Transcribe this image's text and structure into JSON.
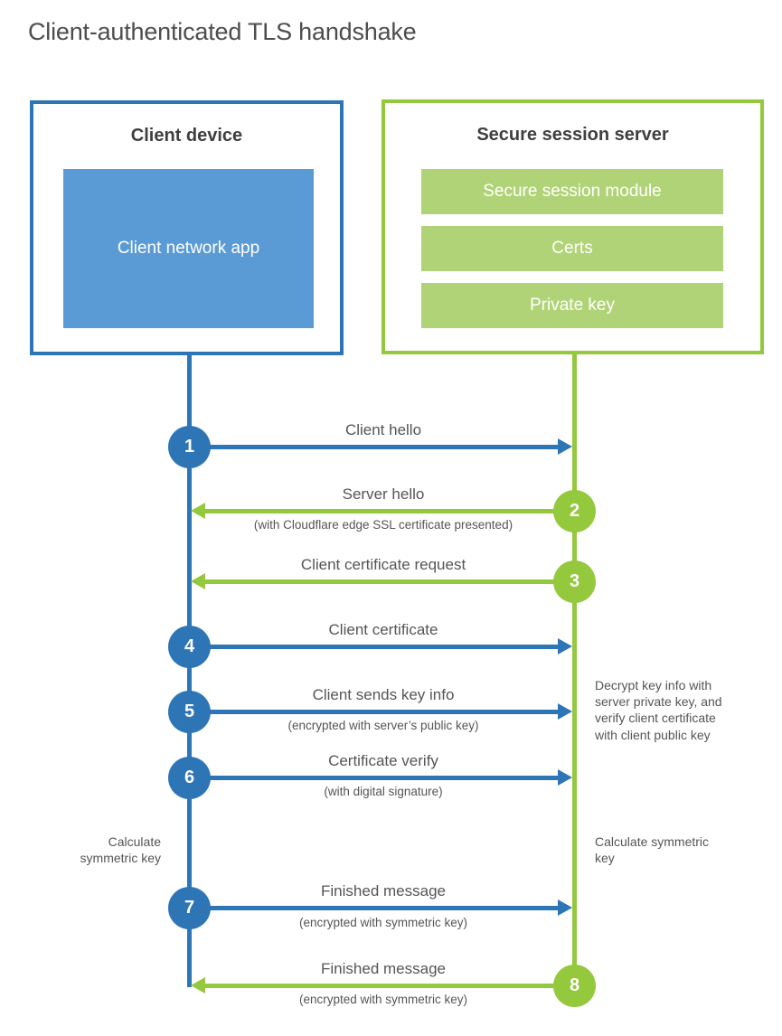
{
  "title": "Client-authenticated TLS handshake",
  "colors": {
    "blue": "#2e75b6",
    "blue_light": "#5b9bd5",
    "green": "#94c83d",
    "green_light": "#b1d377"
  },
  "client_box": {
    "title": "Client device",
    "app_label": "Client network app"
  },
  "server_box": {
    "title": "Secure session server",
    "modules": [
      "Secure session module",
      "Certs",
      "Private key"
    ]
  },
  "steps": [
    {
      "number": "1",
      "actor": "client",
      "direction": "right",
      "label": "Client hello",
      "sublabel": ""
    },
    {
      "number": "2",
      "actor": "server",
      "direction": "left",
      "label": "Server hello",
      "sublabel": "(with Cloudflare edge SSL certificate presented)"
    },
    {
      "number": "3",
      "actor": "server",
      "direction": "left",
      "label": "Client certificate request",
      "sublabel": ""
    },
    {
      "number": "4",
      "actor": "client",
      "direction": "right",
      "label": "Client certificate",
      "sublabel": ""
    },
    {
      "number": "5",
      "actor": "client",
      "direction": "right",
      "label": "Client sends key info",
      "sublabel": "(encrypted with server’s public key)"
    },
    {
      "number": "6",
      "actor": "client",
      "direction": "right",
      "label": "Certificate verify",
      "sublabel": "(with digital signature)"
    },
    {
      "number": "7",
      "actor": "client",
      "direction": "right",
      "label": "Finished message",
      "sublabel": "(encrypted with symmetric key)"
    },
    {
      "number": "8",
      "actor": "server",
      "direction": "left",
      "label": "Finished message",
      "sublabel": "(encrypted with symmetric key)"
    }
  ],
  "notes": {
    "decrypt": "Decrypt key info with server private key, and verify client certificate with client public key",
    "calc_left": "Calculate symmetric key",
    "calc_right": "Calculate symmetric key"
  }
}
